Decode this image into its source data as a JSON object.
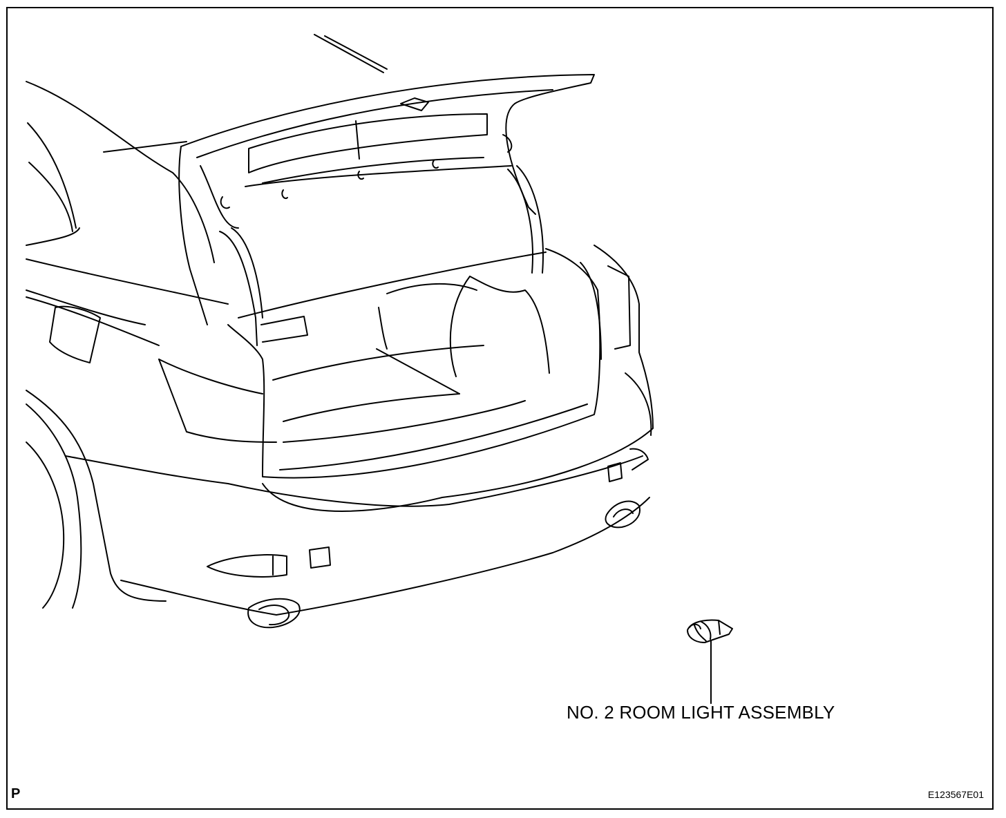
{
  "diagram": {
    "component_label": "NO. 2 ROOM LIGHT ASSEMBLY",
    "corner_mark": "P",
    "figure_code": "E123567E01"
  },
  "colors": {
    "line": "#000000",
    "background": "#ffffff"
  }
}
